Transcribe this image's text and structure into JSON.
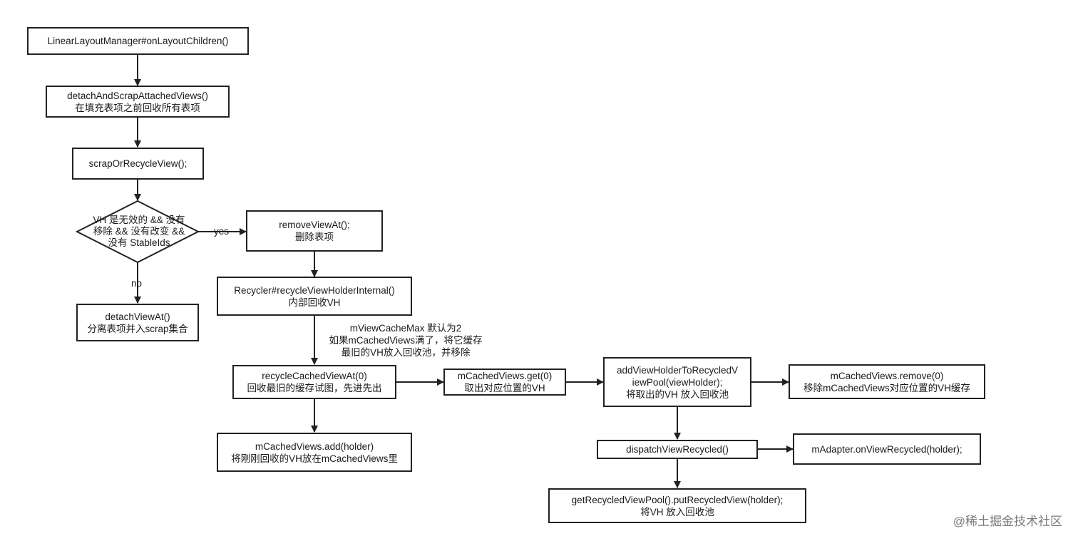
{
  "nodes": {
    "onLayoutChildren": {
      "line1": "LinearLayoutManager#onLayoutChildren()"
    },
    "detachAndScrap": {
      "line1": "detachAndScrapAttachedViews()",
      "line2": "在填充表项之前回收所有表项"
    },
    "scrapOrRecycle": {
      "line1": "scrapOrRecycleView();"
    },
    "decision": {
      "line1": "VH 是无效的 && 没有",
      "line2": "移除 && 没有改变 &&",
      "line3": "没有 StableIds"
    },
    "removeViewAt": {
      "line1": "removeViewAt();",
      "line2": "删除表项"
    },
    "detachViewAt": {
      "line1": "detachViewAt()",
      "line2": "分离表项并入scrap集合"
    },
    "recycleInternal": {
      "line1": "Recycler#recycleViewHolderInternal()",
      "line2": "内部回收VH"
    },
    "recycleCachedViewAt": {
      "line1": "recycleCachedViewAt(0)",
      "line2": "回收最旧的缓存试图，先进先出"
    },
    "cachedGet": {
      "line1": "mCachedViews.get(0)",
      "line2": "取出对应位置的VH"
    },
    "addToPool": {
      "line1": "addViewHolderToRecycledV",
      "line2": "iewPool(viewHolder);",
      "line3": "将取出的VH 放入回收池"
    },
    "cachedRemove": {
      "line1": "mCachedViews.remove(0)",
      "line2": "移除mCachedViews对应位置的VH缓存"
    },
    "cachedAdd": {
      "line1": "mCachedViews.add(holder)",
      "line2": "将刚刚回收的VH放在mCachedViews里"
    },
    "dispatchRecycled": {
      "line1": "dispatchViewRecycled()"
    },
    "adapterRecycled": {
      "line1": "mAdapter.onViewRecycled(holder);"
    },
    "putRecycled": {
      "line1": "getRecycledViewPool().putRecycledView(holder);",
      "line2": "将VH 放入回收池"
    }
  },
  "edge_labels": {
    "yes": "yes",
    "no": "no"
  },
  "note": {
    "line1": "mViewCacheMax 默认为2",
    "line2": "如果mCachedViews满了，将它缓存",
    "line3": "最旧的VH放入回收池，并移除"
  },
  "watermark": "@稀土掘金技术社区",
  "colors": {
    "stroke": "#222222",
    "text": "#1a1a1a",
    "watermark": "#7a7a7a"
  }
}
